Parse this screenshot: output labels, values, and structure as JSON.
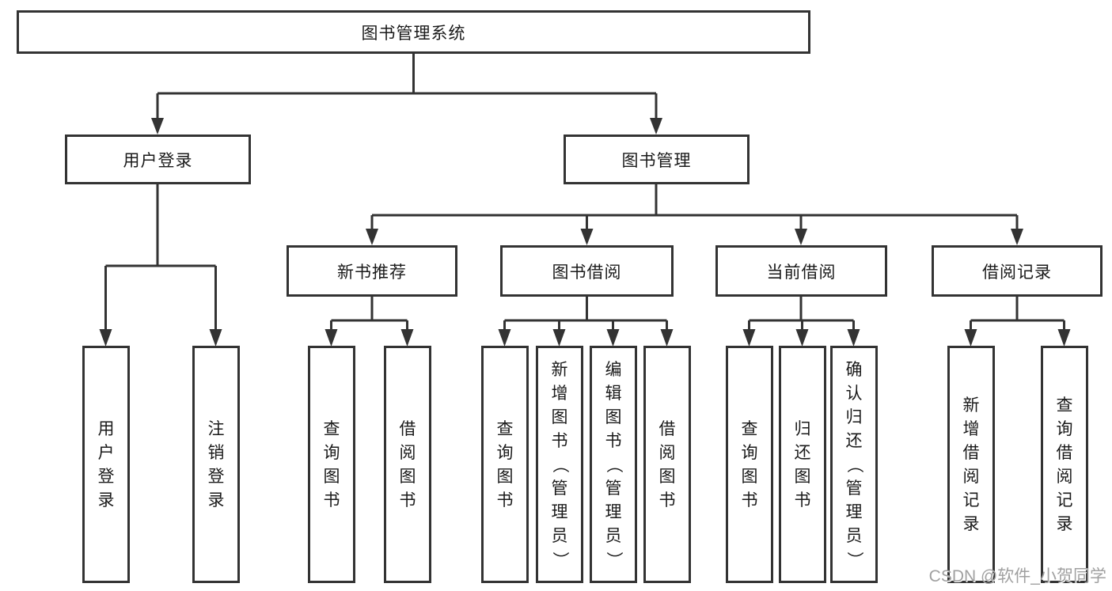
{
  "diagram_type": "tree-structure-chart",
  "tree": {
    "root_label": "图书管理系统",
    "branches": [
      {
        "label": "用户登录",
        "children": [
          {
            "label": "用户登录"
          },
          {
            "label": "注销登录"
          }
        ]
      },
      {
        "label": "图书管理",
        "children": [
          {
            "label": "新书推荐",
            "children": [
              {
                "label": "查询图书"
              },
              {
                "label": "借阅图书"
              }
            ]
          },
          {
            "label": "图书借阅",
            "children": [
              {
                "label": "查询图书"
              },
              {
                "label": "新增图书（管理员）"
              },
              {
                "label": "编辑图书（管理员）"
              },
              {
                "label": "借阅图书"
              }
            ]
          },
          {
            "label": "当前借阅",
            "children": [
              {
                "label": "查询图书"
              },
              {
                "label": "归还图书"
              },
              {
                "label": "确认归还（管理员）"
              }
            ]
          },
          {
            "label": "借阅记录",
            "children": [
              {
                "label": "新增借阅记录"
              },
              {
                "label": "查询借阅记录"
              }
            ]
          }
        ]
      }
    ]
  },
  "watermark": {
    "text": "CSDN @软件_小贺同学"
  },
  "colors": {
    "line": "#333333",
    "box_border": "#333333",
    "box_fill": "#ffffff",
    "text": "#1a1a1a",
    "background": "#ffffff",
    "watermark": "#a0a0a0"
  }
}
